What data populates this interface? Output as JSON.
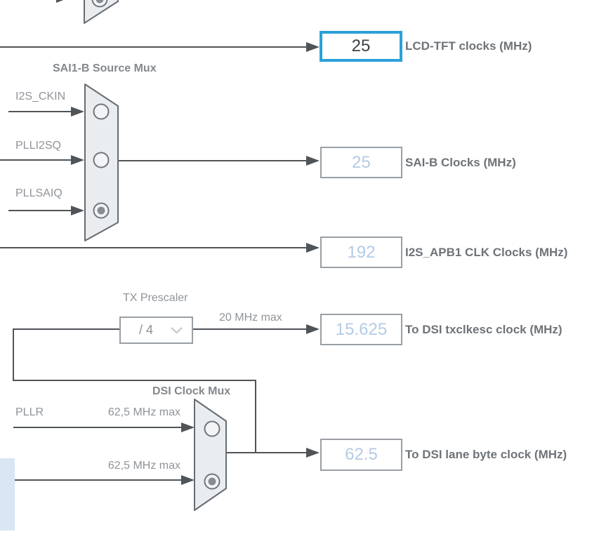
{
  "sai_mux": {
    "title": "SAI1-B Source Mux",
    "inputs": [
      {
        "label": "I2S_CKIN",
        "selected": false
      },
      {
        "label": "PLLI2SQ",
        "selected": false
      },
      {
        "label": "PLLSAIQ",
        "selected": true
      }
    ]
  },
  "tx_prescaler": {
    "title": "TX Prescaler",
    "value": "/ 4",
    "max_note": "20 MHz max"
  },
  "dsi_mux": {
    "title": "DSI Clock Mux",
    "inputs": [
      {
        "label": "PLLR",
        "max_note": "62,5 MHz max",
        "selected": false
      },
      {
        "label": "",
        "max_note": "62,5 MHz max",
        "selected": true
      }
    ]
  },
  "outputs": [
    {
      "value": "25",
      "label": "LCD-TFT clocks (MHz)",
      "highlighted": true
    },
    {
      "value": "25",
      "label": "SAI-B Clocks (MHz)",
      "highlighted": false
    },
    {
      "value": "192",
      "label": "I2S_APB1 CLK Clocks (MHz)",
      "highlighted": false
    },
    {
      "value": "15.625",
      "label": "To DSI txclkesc clock (MHz)",
      "highlighted": false
    },
    {
      "value": "62.5",
      "label": "To DSI lane byte clock (MHz)",
      "highlighted": false
    }
  ],
  "icons": {
    "dropdown_chevron": "chevron-down-icon"
  },
  "colors": {
    "highlight_border": "#2aa1d9",
    "value_text": "#b4cbe6",
    "wire": "#4f5458",
    "mux_fill": "#eaedf0",
    "mux_border": "#666c72",
    "side_bar_blue": "#d9e6f4"
  }
}
